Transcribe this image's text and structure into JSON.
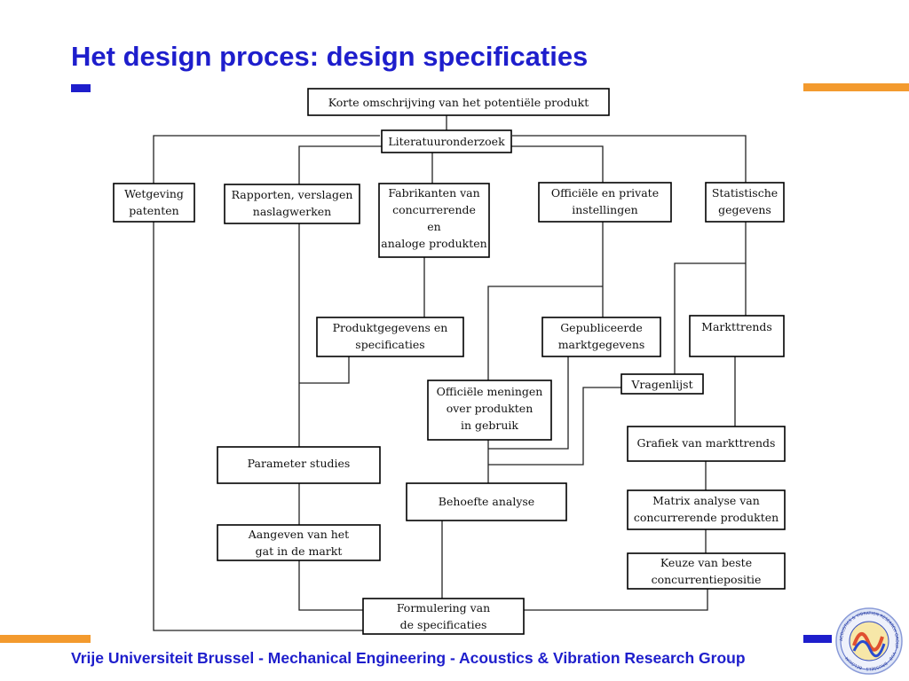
{
  "title": "Het design proces: design specificaties",
  "footer": "Vrije Universiteit Brussel - Mechanical Engineering - Acoustics & Vibration Research Group",
  "colors": {
    "title": "#1e1ecc",
    "accent_blue": "#1e1ecc",
    "accent_orange": "#f39a2e"
  },
  "logo": {
    "ring_text": "ACOUSTICS & VIBRATION RESEARCH GROUP · VUB · BRUSSELS · BELGIUM"
  },
  "diagram": {
    "korte": "Korte omschrijving van het potentiële produkt",
    "literatuur": "Literatuuronderzoek",
    "wetgeving": {
      "l1": "Wetgeving",
      "l2": "patenten"
    },
    "rapporten": {
      "l1": "Rapporten, verslagen",
      "l2": "naslagwerken"
    },
    "fabrikanten": {
      "l1": "Fabrikanten van",
      "l2": "concurrerende",
      "l3": "en",
      "l4": "analoge produkten"
    },
    "officiele_instellingen": {
      "l1": "Officiële en private",
      "l2": "instellingen"
    },
    "statistische": {
      "l1": "Statistische",
      "l2": "gegevens"
    },
    "produktgegevens": {
      "l1": "Produktgegevens en",
      "l2": "specificaties"
    },
    "gepubliceerde": {
      "l1": "Gepubliceerde",
      "l2": "marktgegevens"
    },
    "markttrends": "Markttrends",
    "vragenlijst": "Vragenlijst",
    "meningen": {
      "l1": "Officiële meningen",
      "l2": "over produkten",
      "l3": "in gebruik"
    },
    "grafiek": "Grafiek van markttrends",
    "parameter": "Parameter studies",
    "behoefte": "Behoefte analyse",
    "matrix": {
      "l1": "Matrix analyse van",
      "l2": "concurrerende produkten"
    },
    "aangeven": {
      "l1": "Aangeven van het",
      "l2": "gat in de markt"
    },
    "keuze": {
      "l1": "Keuze van beste",
      "l2": "concurrentiepositie"
    },
    "formulering": {
      "l1": "Formulering van",
      "l2": "de specificaties"
    }
  }
}
